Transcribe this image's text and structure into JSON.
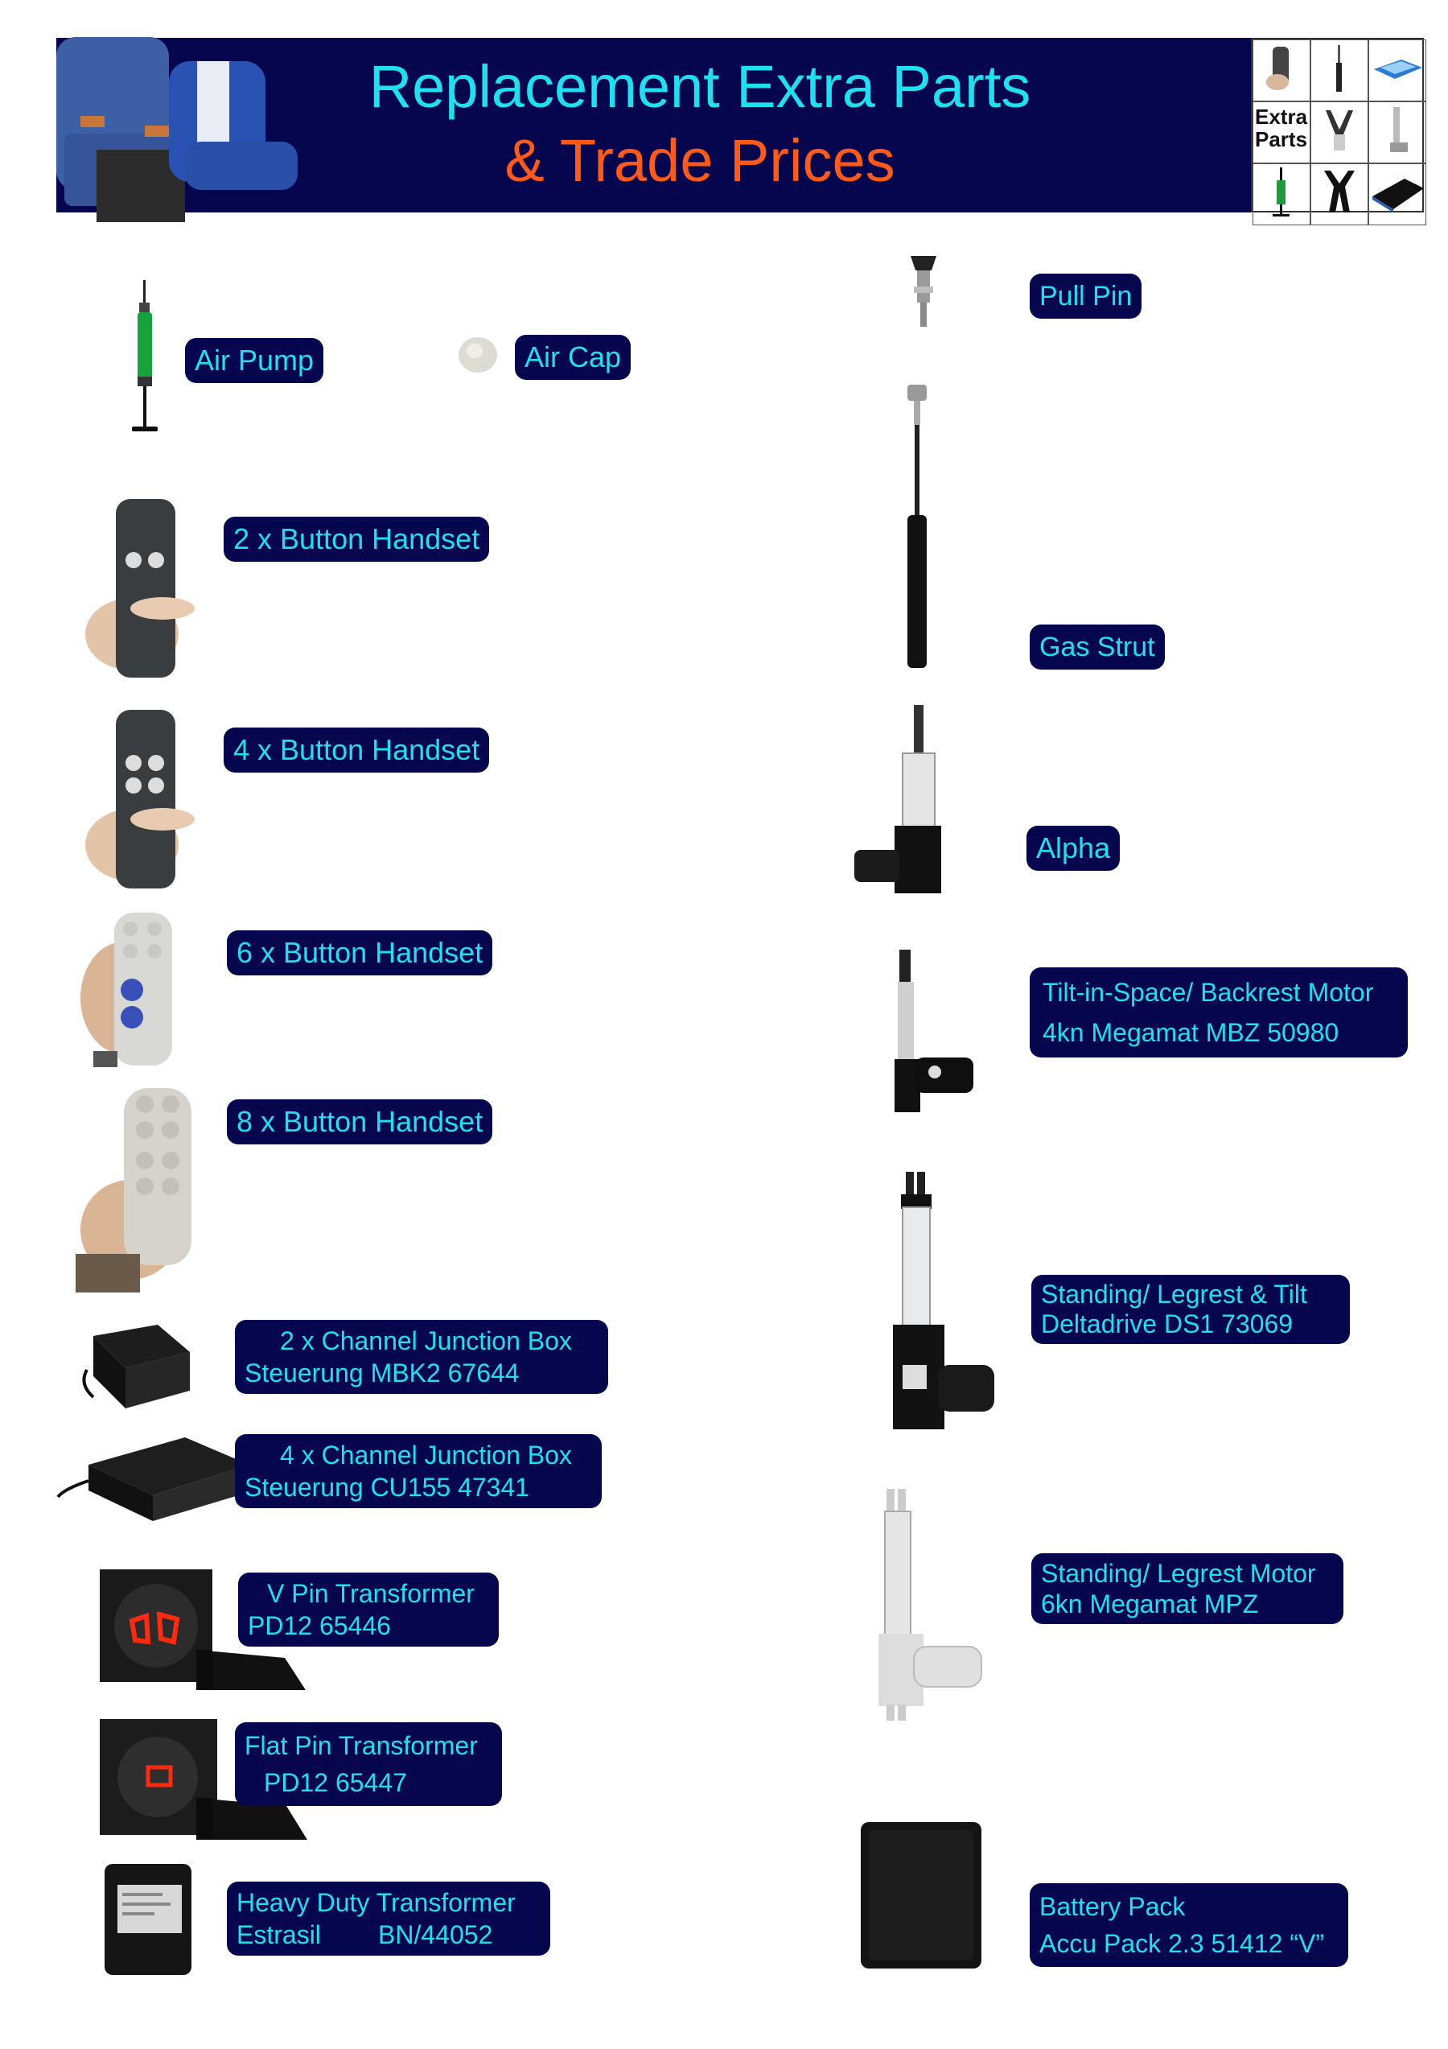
{
  "header": {
    "title_line1": "Replacement Extra Parts",
    "title_line2": "& Trade Prices",
    "grid_label": "Extra\nParts",
    "grid_label_1": "Extra",
    "grid_label_2": "Parts"
  },
  "colors": {
    "navy": "#06064f",
    "cyan": "#1ee0ef",
    "orange": "#ff5a1a"
  },
  "left_items": [
    {
      "name": "Air Pump"
    },
    {
      "name": "Air Cap"
    },
    {
      "name": "2 x Button Handset"
    },
    {
      "name": "4 x Button Handset"
    },
    {
      "name": "6 x Button Handset"
    },
    {
      "name": "8 x Button Handset"
    },
    {
      "line1": "2 x Channel Junction Box",
      "line2": "Steuerung MBK2  67644"
    },
    {
      "line1": "4 x Channel Junction Box",
      "line2": "Steuerung CU155  47341"
    },
    {
      "line1": "V Pin Transformer",
      "line2": "PD12  65446"
    },
    {
      "line1": "Flat Pin Transformer",
      "line2": "PD12  65447"
    },
    {
      "line1": "Heavy Duty Transformer",
      "line2": "Estrasil        BN/44052"
    }
  ],
  "right_items": [
    {
      "name": "Pull Pin"
    },
    {
      "name": "Gas Strut"
    },
    {
      "name": "Alpha"
    },
    {
      "line1": "Tilt-in-Space/ Backrest Motor",
      "line2": "4kn Megamat MBZ 50980"
    },
    {
      "line1": "Standing/ Legrest & Tilt",
      "line2": "Deltadrive DS1 73069"
    },
    {
      "line1": "Standing/ Legrest Motor",
      "line2": "6kn Megamat  MPZ"
    },
    {
      "line1": "Battery Pack",
      "line2": "Accu Pack 2.3 51412  “V”"
    }
  ]
}
